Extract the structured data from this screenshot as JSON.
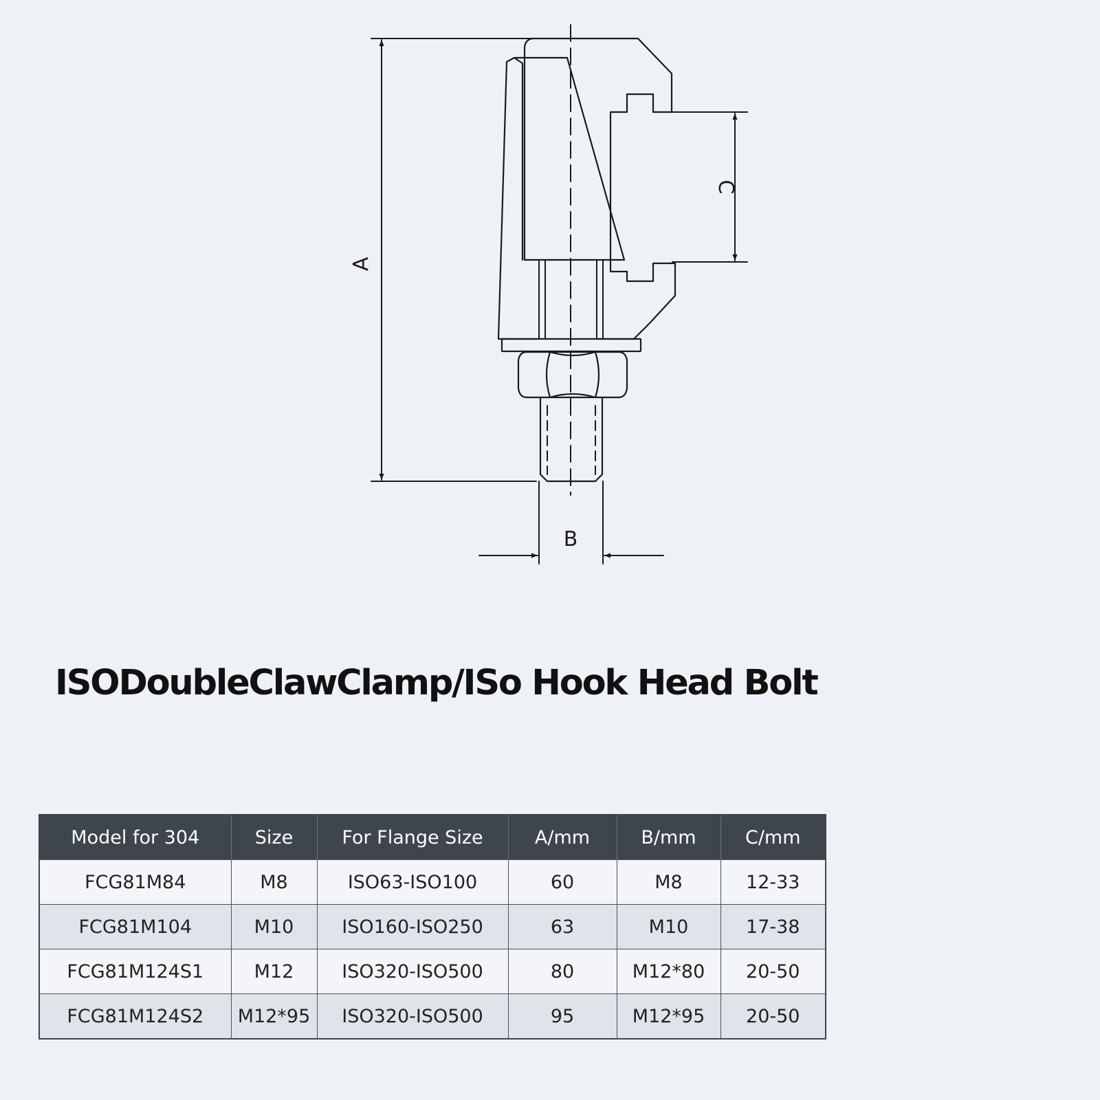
{
  "drawing": {
    "labels": {
      "a": "A",
      "b": "B",
      "c": "C"
    }
  },
  "title": "ISODoubleClawClamp/ISo Hook Head Bolt",
  "table": {
    "headers": [
      "Model for 304",
      "Size",
      "For Flange Size",
      "A/mm",
      "B/mm",
      "C/mm"
    ],
    "rows": [
      [
        "FCG81M84",
        "M8",
        "ISO63-ISO100",
        "60",
        "M8",
        "12-33"
      ],
      [
        "FCG81M104",
        "M10",
        "ISO160-ISO250",
        "63",
        "M10",
        "17-38"
      ],
      [
        "FCG81M124S1",
        "M12",
        "ISO320-ISO500",
        "80",
        "M12*80",
        "20-50"
      ],
      [
        "FCG81M124S2",
        "M12*95",
        "ISO320-ISO500",
        "95",
        "M12*95",
        "20-50"
      ]
    ]
  }
}
